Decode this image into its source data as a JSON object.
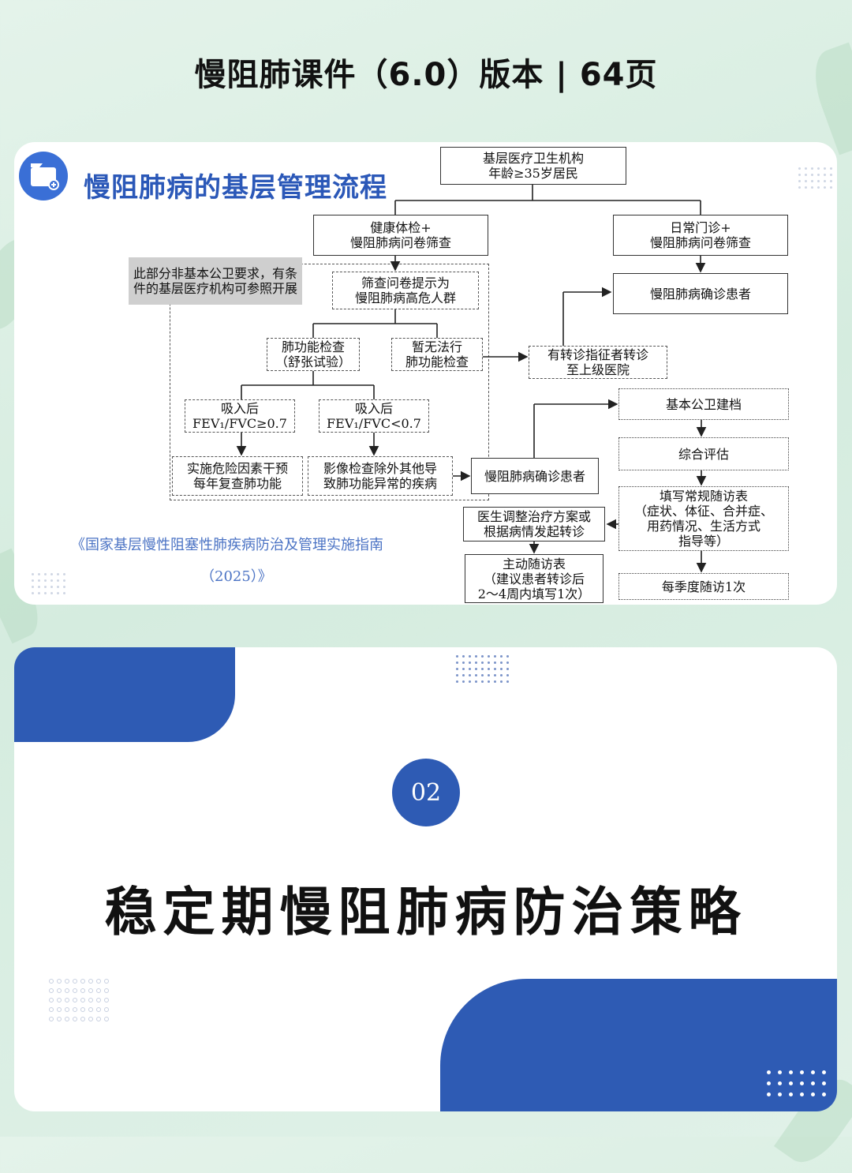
{
  "page_title": "慢阻肺课件（6.0）版本 | 64页",
  "card1": {
    "heading": "慢阻肺病的基层管理流程",
    "citation_line1": "《国家基层慢性阻塞性肺疾病防治及管理实施指南",
    "citation_line2": "（2025）》",
    "note": "此部分非基本公卫要求，有条件的基层医疗机构可参照开展",
    "nodes": {
      "top": "基层医疗卫生机构\n年龄≥35岁居民",
      "health_check": "健康体检+\n慢阻肺病问卷筛查",
      "clinic": "日常门诊+\n慢阻肺病问卷筛查",
      "high_risk": "筛查问卷提示为\n慢阻肺病高危人群",
      "confirmed_top": "慢阻肺病确诊患者",
      "lung_test": "肺功能检查\n（舒张试验）",
      "no_lung_test": "暂无法行\n肺功能检查",
      "referral": "有转诊指征者转诊\n至上级医院",
      "ge07": "吸入后\nFEV₁/FVC≥0.7",
      "lt07": "吸入后\nFEV₁/FVC<0.7",
      "public_file": "基本公卫建档",
      "assessment": "综合评估",
      "intervene": "实施危险因素干预\n每年复查肺功能",
      "imaging": "影像检查除外其他导\n致肺功能异常的疾病",
      "confirmed_mid": "慢阻肺病确诊患者",
      "followup_form": "填写常规随访表\n（症状、体征、合并症、\n用药情况、生活方式\n指导等）",
      "adjust": "医生调整治疗方案或\n根据病情发起转诊",
      "active_form": "主动随访表\n（建议患者转诊后\n2～4周内填写1次）",
      "quarterly": "每季度随访1次"
    }
  },
  "card2": {
    "number": "02",
    "title": "稳定期慢阻肺病防治策略"
  },
  "colors": {
    "accent": "#2e5bb4",
    "heading_blue": "#2b58b8",
    "background": "#dcefe4"
  },
  "icons": {
    "folder": "folder-icon"
  }
}
